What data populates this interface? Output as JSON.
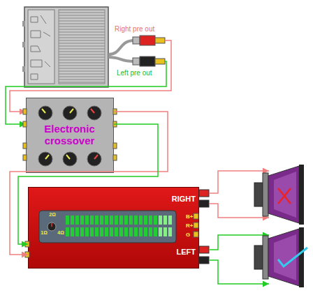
{
  "diagram": {
    "nodes": [
      {
        "text": [
          "Electronic crossover"
        ]
      },
      {
        "text": [
          "RIGHT",
          "LEFT",
          "B+",
          "R+",
          "G",
          "2Ω",
          "1Ω",
          "4Ω"
        ]
      }
    ],
    "edges": [
      {
        "from": 0,
        "to": 1,
        "arrow": "to"
      },
      {
        "from": 0,
        "to": 1,
        "arrow": "to"
      }
    ],
    "labels": [
      "Right pre out",
      "Left pre out"
    ]
  }
}
